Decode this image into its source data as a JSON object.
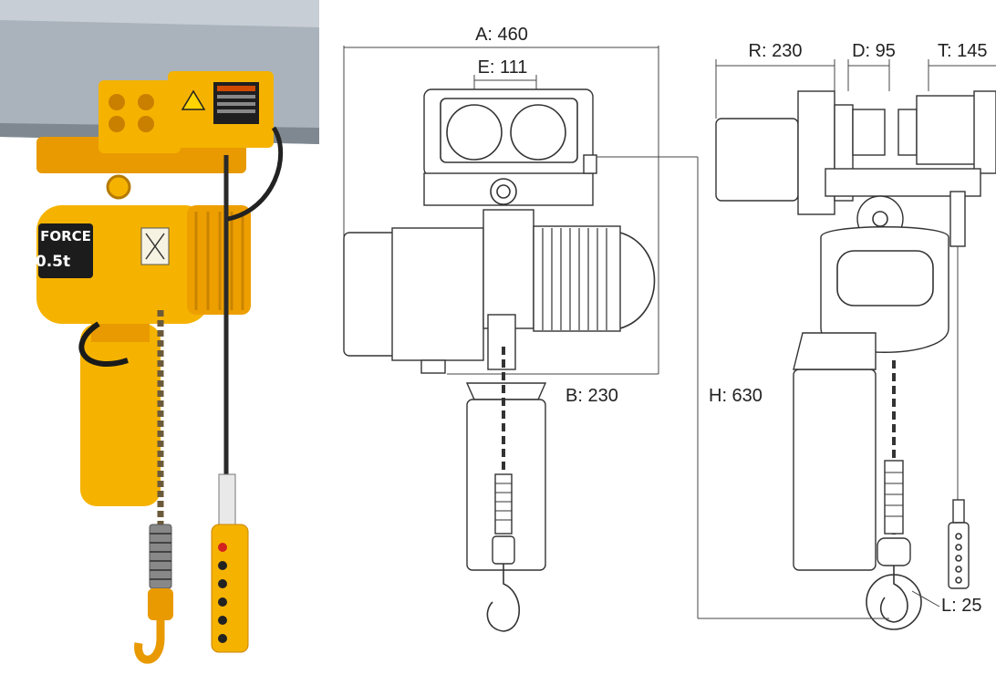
{
  "photo": {
    "brand_label": "FORCE",
    "capacity_label": "0.5t"
  },
  "dimensions": {
    "A": "A: 460",
    "E": "E: 111",
    "B": "B: 230",
    "R": "R: 230",
    "D": "D: 95",
    "T": "T: 145",
    "H": "H: 630",
    "L": "L: 25"
  },
  "colors": {
    "hoist_yellow": "#f5b300",
    "hoist_orange": "#e89a00",
    "beam_gray": "#9aa3ad",
    "line_dark": "#333333"
  }
}
